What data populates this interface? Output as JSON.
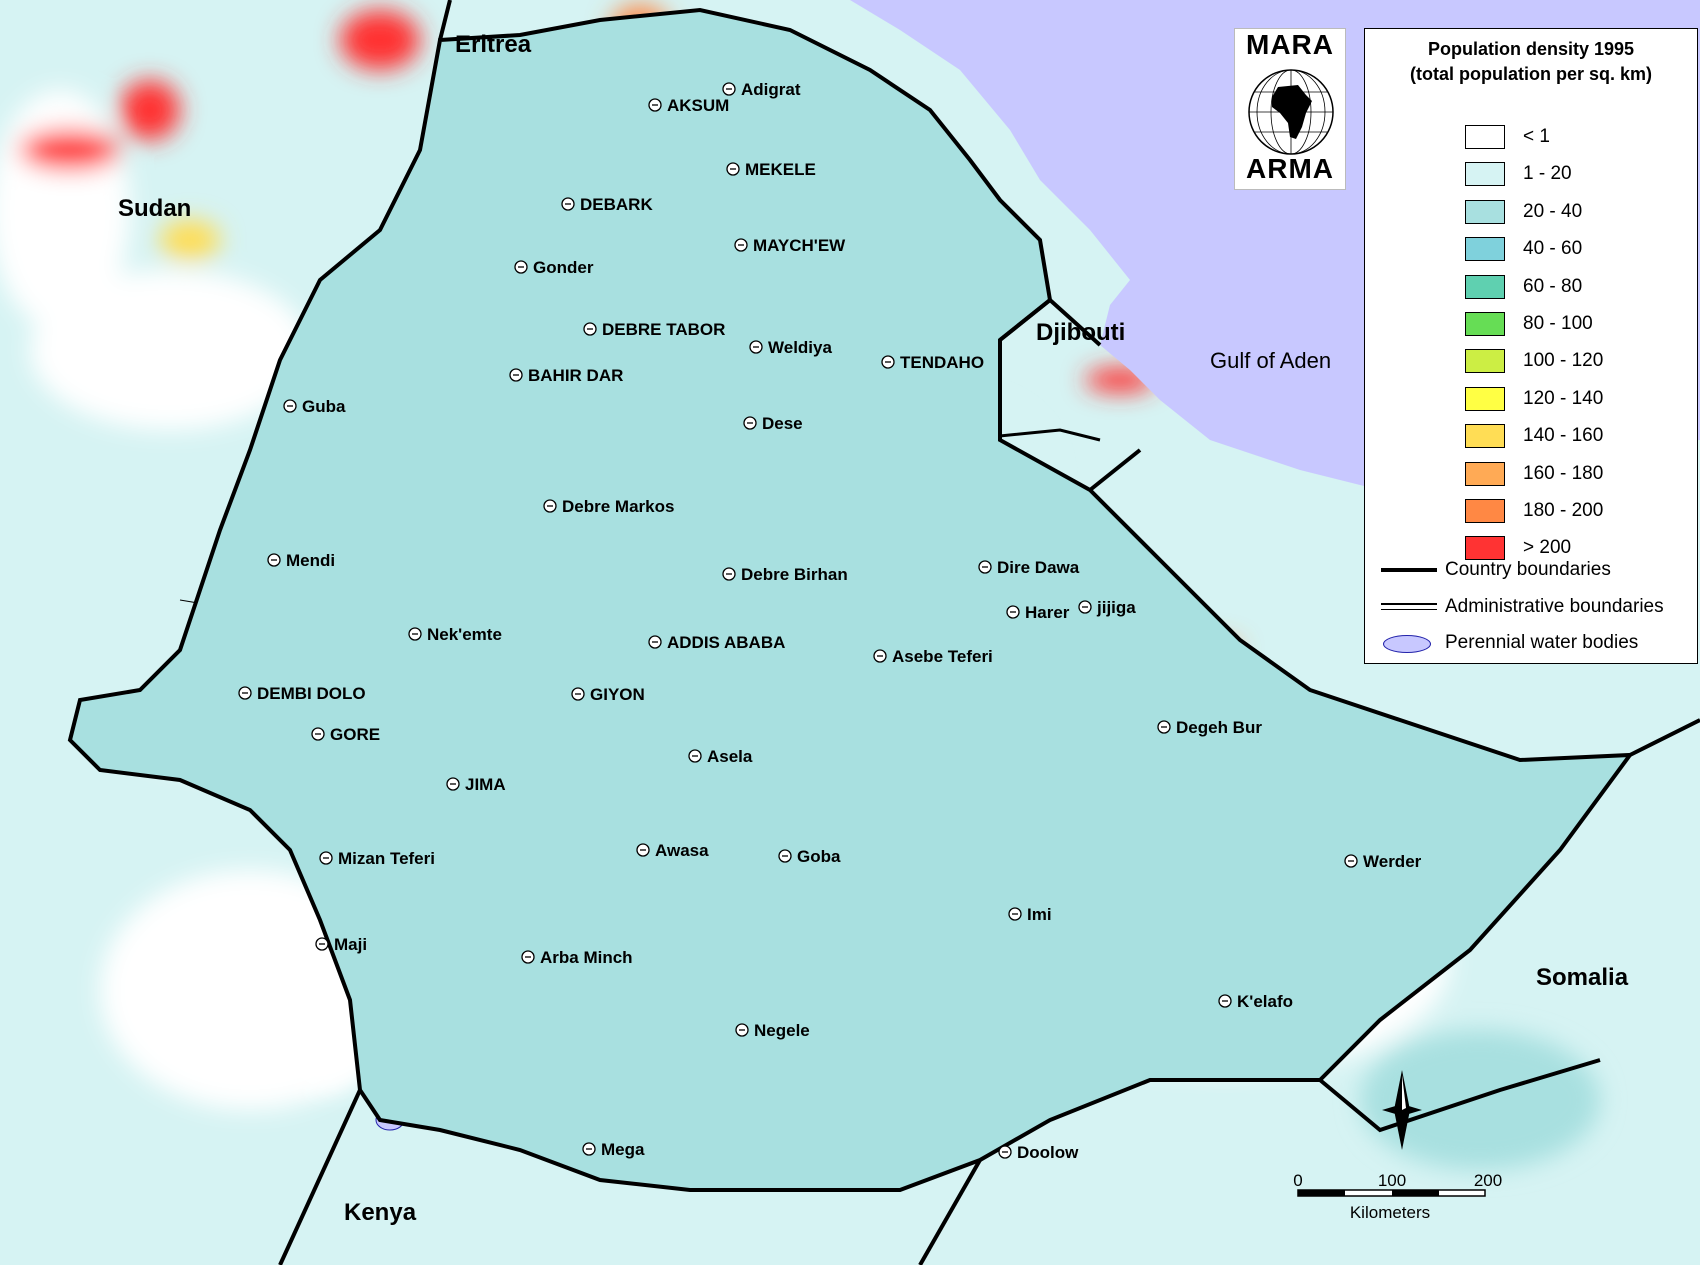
{
  "title": "Population density 1995",
  "subtitle": "(total population per sq. km)",
  "logo": {
    "top": "MARA",
    "bottom": "ARMA"
  },
  "colors": {
    "water": "#c8c8ff",
    "outside": "#ffffff",
    "background_low": "#d6f3f3"
  },
  "legend_classes": [
    {
      "label": "< 1",
      "color": "#ffffff"
    },
    {
      "label": "1 - 20",
      "color": "#d6f3f3"
    },
    {
      "label": "20 - 40",
      "color": "#a8e0e0"
    },
    {
      "label": "40 - 60",
      "color": "#7fd1dc"
    },
    {
      "label": "60 - 80",
      "color": "#5fd0b0"
    },
    {
      "label": "80 - 100",
      "color": "#66dd55"
    },
    {
      "label": "100 - 120",
      "color": "#ccee44"
    },
    {
      "label": "120 - 140",
      "color": "#ffff44"
    },
    {
      "label": "140 - 160",
      "color": "#ffdd55"
    },
    {
      "label": "160 - 180",
      "color": "#ffaa55"
    },
    {
      "label": "180 - 200",
      "color": "#ff8844"
    },
    {
      "label": "> 200",
      "color": "#ff3333"
    }
  ],
  "legend_lines": {
    "country": "Country boundaries",
    "admin": "Administrative boundaries",
    "water": "Perennial water bodies"
  },
  "countries": [
    "Eritrea",
    "Sudan",
    "Djibouti",
    "Somalia",
    "Kenya"
  ],
  "sea": "Gulf of Aden",
  "places": [
    "Adigrat",
    "AKSUM",
    "MEKELE",
    "DEBARK",
    "MAYCH'EW",
    "Gonder",
    "DEBRE TABOR",
    "Weldiya",
    "TENDAHO",
    "BAHIR DAR",
    "Guba",
    "Dese",
    "Debre Markos",
    "Mendi",
    "Debre Birhan",
    "Dire Dawa",
    "jijiga",
    "Harer",
    "Nek'emte",
    "ADDIS ABABA",
    "Asebe Teferi",
    "DEMBI DOLO",
    "GIYON",
    "GORE",
    "Degeh Bur",
    "Asela",
    "JIMA",
    "Awasa",
    "Mizan Teferi",
    "Goba",
    "Werder",
    "Imi",
    "Maji",
    "Arba Minch",
    "K'elafo",
    "Negele",
    "Doolow",
    "Mega"
  ],
  "scale": {
    "ticks": [
      "0",
      "100",
      "200"
    ],
    "unit": "Kilometers"
  }
}
